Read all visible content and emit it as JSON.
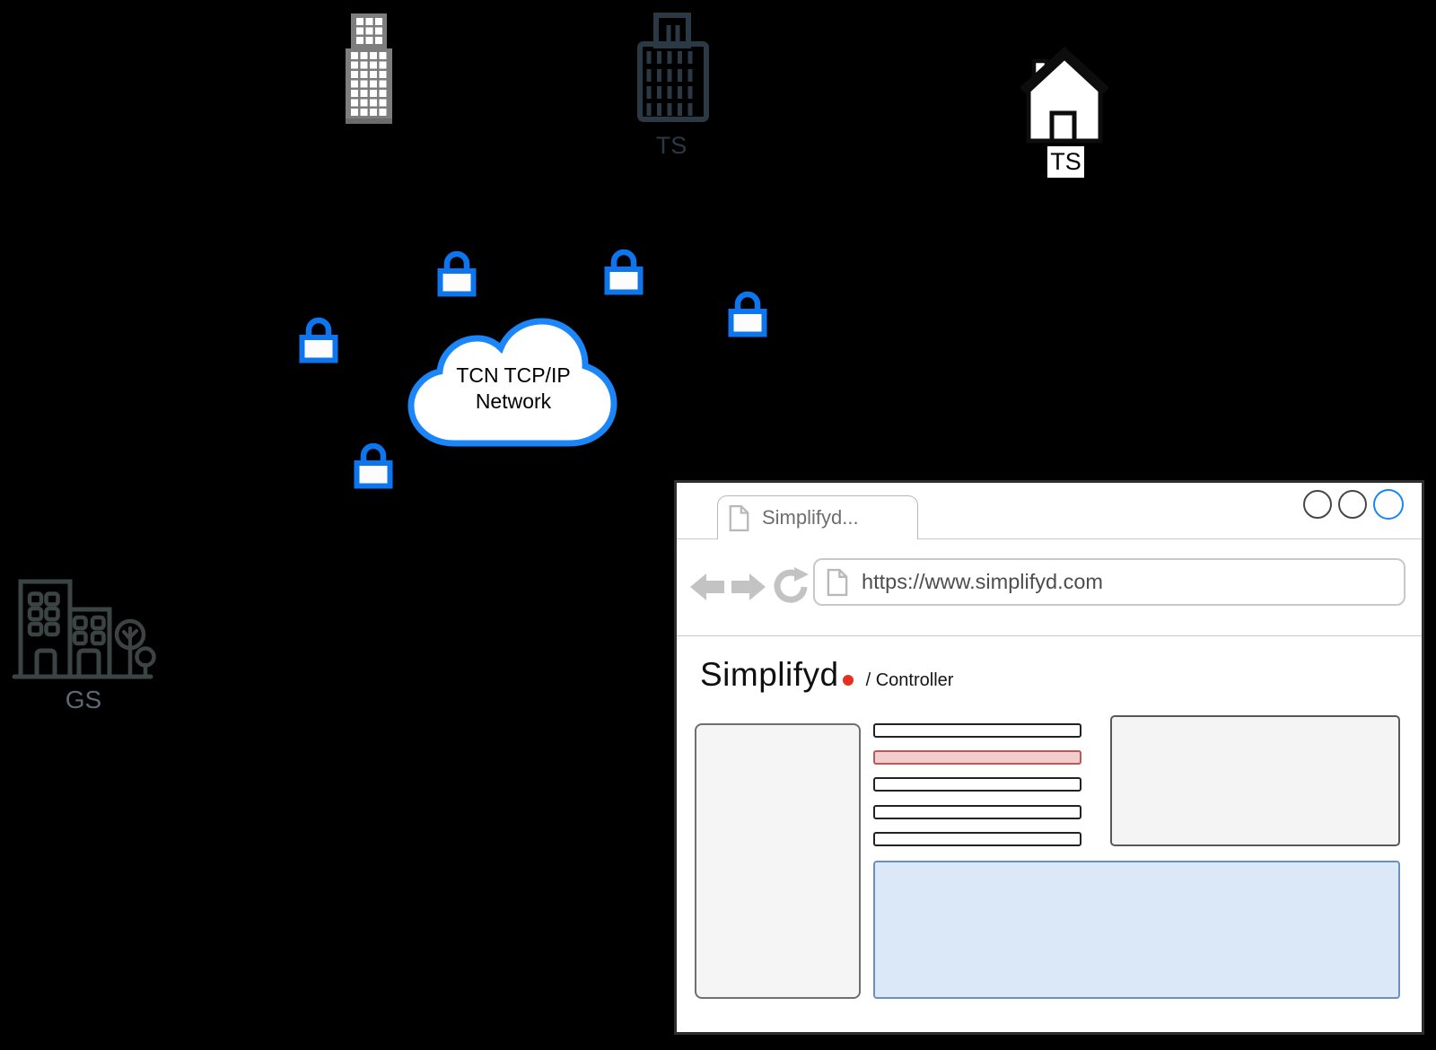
{
  "scene": {
    "cloud": {
      "line1": "TCN TCP/IP",
      "line2": "Network"
    },
    "office_label": "TS",
    "house_label": "TS",
    "campus_label": "GS"
  },
  "browser": {
    "tab_title": "Simplifyd...",
    "url": "https://www.simplifyd.com",
    "brand": "Simplifyd",
    "brand_path": "/ Controller"
  },
  "colors": {
    "background": "#000000",
    "lock_blue": "#0d76ee",
    "cloud_border_blue": "#1b86f8",
    "window_circle_blue": "#1787f8",
    "logo_red_dot": "#e5301f",
    "wireframe_red_bar_fill": "#f4cccc",
    "wireframe_red_bar_border": "#b85a5a",
    "wireframe_blue_panel_fill": "#dbe8f8",
    "wireframe_blue_panel_border": "#6b8fc3",
    "dark_building": "#2b3945",
    "gray_building": "#7e7e7e",
    "campus_icon": "#3c4443"
  }
}
